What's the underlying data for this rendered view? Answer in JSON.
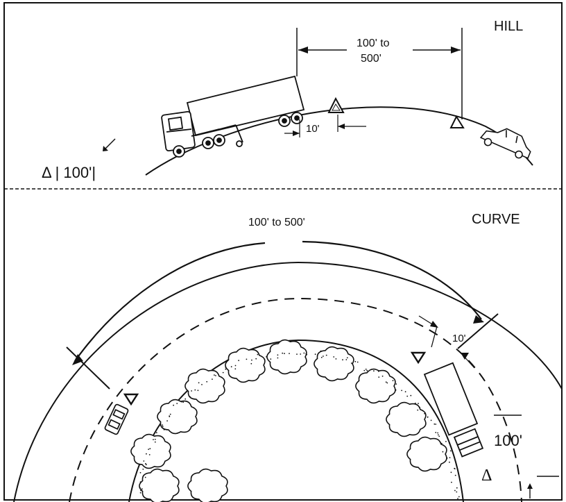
{
  "hill": {
    "title": "HILL",
    "distance_label_line1": "100' to",
    "distance_label_line2": "500'",
    "gap_label": "10'",
    "bottom_label": "Δ  | 100'|"
  },
  "curve": {
    "title": "CURVE",
    "distance_label": "100' to 500'",
    "gap_label": "10'",
    "near_label": "100'",
    "triangle_symbol": "Δ"
  },
  "colors": {
    "line": "#111111",
    "background": "#ffffff"
  },
  "icons": [
    "warning-triangle-icon",
    "truck-icon",
    "car-icon",
    "tree-icon",
    "arrow-icon"
  ]
}
